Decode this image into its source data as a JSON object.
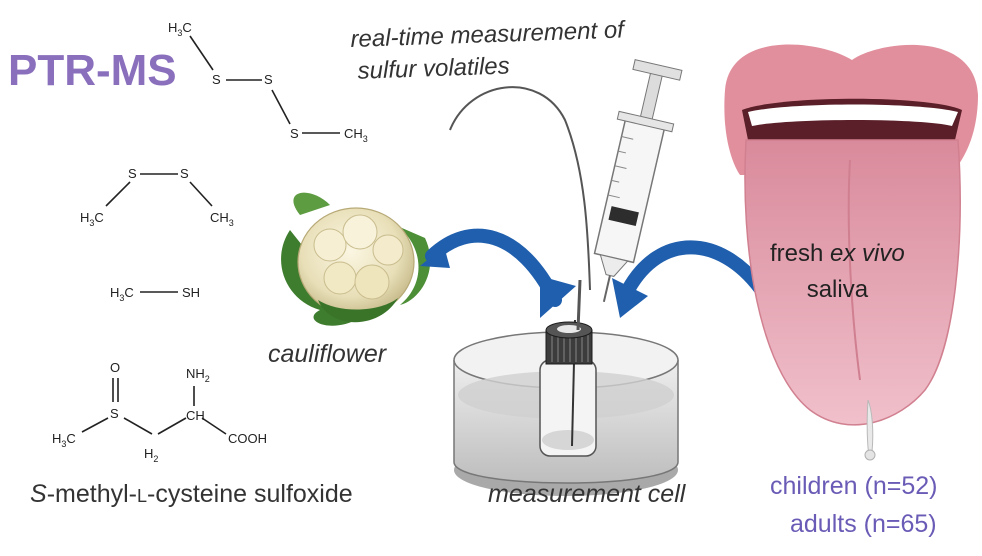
{
  "title": "PTR-MS",
  "caption": {
    "line1": "real-time measurement of",
    "line2": "sulfur volatiles"
  },
  "labels": {
    "cauliflower": "cauliflower",
    "measurement_cell": "measurement cell",
    "saliva_line1_prefix": "fresh ",
    "saliva_line1_italic": "ex vivo",
    "saliva_line2": "saliva"
  },
  "compound": {
    "prefix_italic": "S",
    "part1": "-methyl-",
    "small_caps": "L",
    "part2": "-cysteine sulfoxide"
  },
  "subjects": {
    "children": "children (n=52)",
    "adults": "adults (n=65)"
  },
  "chem_labels": {
    "h3c": "H",
    "ch3": "CH",
    "sub3": "3",
    "s": "S",
    "sh": "SH",
    "o": "O",
    "nh2": "NH",
    "sub2": "2",
    "ch": "CH",
    "h2": "H",
    "cooh": "COOH"
  },
  "colors": {
    "title": "#8a6fbd",
    "subjects": "#6a5bb6",
    "arrow": "#1f5fae",
    "tongue": "#e7a7b5",
    "lips": "#e28f9d"
  },
  "icons": [
    "cauliflower-illustration",
    "syringe-illustration",
    "measurement-cell-illustration",
    "mouth-tongue-illustration",
    "curved-arrow"
  ]
}
